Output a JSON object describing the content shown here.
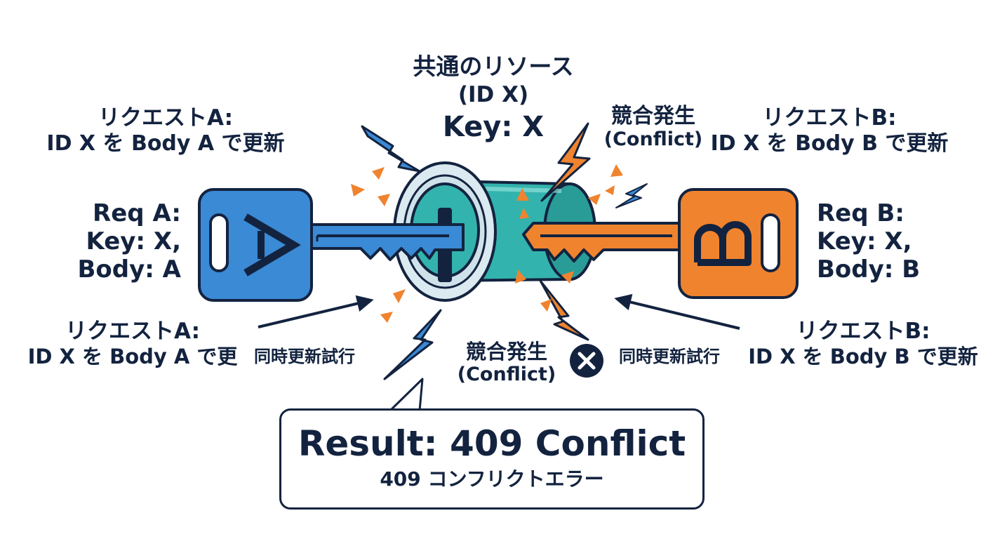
{
  "resource": {
    "title": "共通のリソース",
    "id": "(ID X)",
    "key": "Key: X"
  },
  "conflict_top": {
    "jp": "競合発生",
    "en": "(Conflict)"
  },
  "conflict_bottom": {
    "jp": "競合発生",
    "en": "(Conflict)"
  },
  "request_a": {
    "desc_line1": "リクエストA:",
    "desc_line2": "ID X を Body A で更新",
    "req": "Req A:",
    "key": "Key: X,",
    "body": "Body: A",
    "bottom_line1": "リクエストA:",
    "bottom_line2": "ID X を Body A で更",
    "attempt": "同時更新試行",
    "key_letter": "A",
    "color": "#3a8ad6"
  },
  "request_b": {
    "desc_line1": "リクエストB:",
    "desc_line2": "ID X を Body B で更新",
    "req": "Req B:",
    "key": "Key: X,",
    "body": "Body: B",
    "bottom_line1": "リクエストB:",
    "bottom_line2": "ID X を Body B で更新",
    "attempt": "同時更新試行",
    "key_letter": "B",
    "color": "#f0832e"
  },
  "result": {
    "title": "Result: 409 Conflict",
    "subtitle": "409 コンフリクトエラー"
  },
  "icons": {
    "conflict_mark": "x-circle-icon",
    "spark": "lightning-bolt-icon",
    "lock": "lock-cylinder-icon"
  },
  "colors": {
    "outline": "#13233f",
    "key_a": "#3a8ad6",
    "key_b": "#f0832e",
    "lock": "#33b3ad",
    "lock_face": "#dbe9f0"
  }
}
